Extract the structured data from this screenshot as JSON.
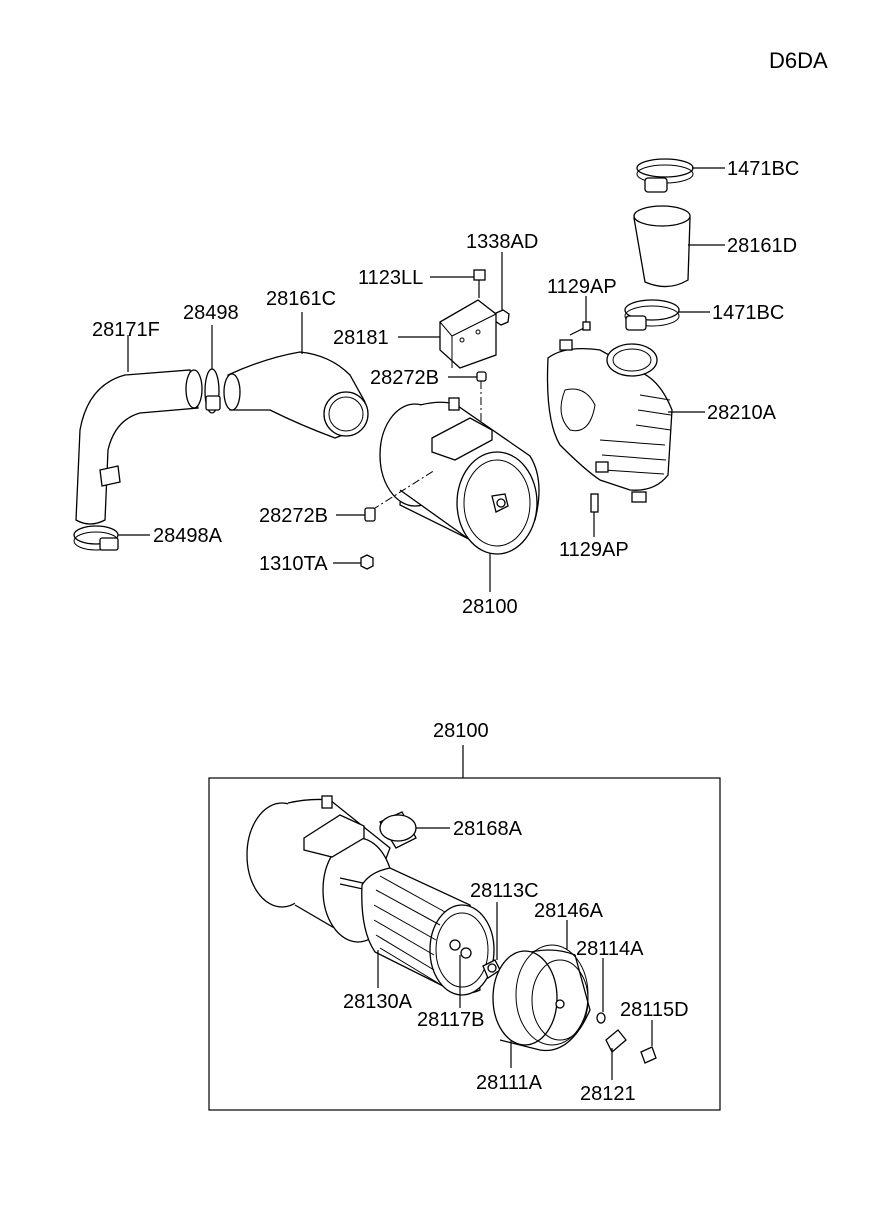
{
  "diagram": {
    "code": "D6DA",
    "labels": {
      "hose_clamp_top": "1471BC",
      "hose_top": "28161D",
      "clamp_mid": "1471BC",
      "bolt_upper": "1129AP",
      "housing": "28210A",
      "bolt_lower": "1129AP",
      "nut_upper": "1338AD",
      "bolt_1123": "1123LL",
      "bracket": "28181",
      "stud_upper": "28272B",
      "stud_lower": "28272B",
      "nut_lower": "1310TA",
      "cleaner_assy": "28100",
      "duct_main": "28161C",
      "clamp_28498": "28498",
      "hose_front": "28171F",
      "clamp_lower": "28498A",
      "detail_title": "28100",
      "seal": "28168A",
      "wing_nut": "28113C",
      "element": "28130A",
      "washer": "28117B",
      "gasket": "28146A",
      "cover_nut": "28114A",
      "cover": "28111A",
      "valve": "28115D",
      "cap": "28121"
    }
  }
}
